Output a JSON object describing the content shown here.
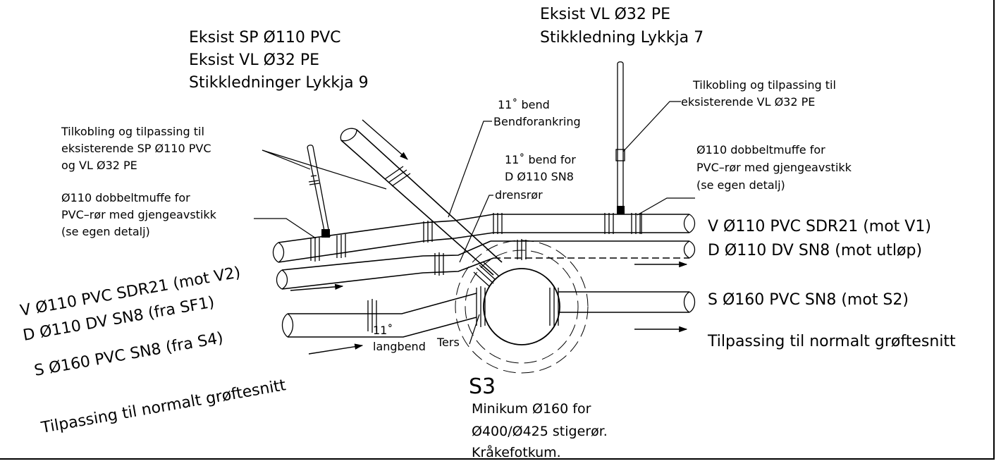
{
  "labels": {
    "sp_stick_l1": "Eksist SP Ø110 PVC",
    "sp_stick_l2": "Eksist VL Ø32 PE",
    "sp_stick_l3": "Stikkledninger Lykkja 9",
    "vl_stick_l1": "Eksist VL Ø32 PE",
    "vl_stick_l2": "Stikkledning Lykkja 7",
    "conn_left_l1": "Tilkobling og tilpassing til",
    "conn_left_l2": "eksisterende SP Ø110 PVC",
    "conn_left_l3": "og VL Ø32 PE",
    "conn_right_l1": "Tilkobling og tilpassing til",
    "conn_right_l2": "eksisterende VL Ø32 PE",
    "muff_left_l1": "Ø110 dobbeltmuffe for",
    "muff_left_l2": "PVC–rør med gjengeavstikk",
    "muff_left_l3": "(se egen detalj)",
    "muff_right_l1": "Ø110 dobbeltmuffe for",
    "muff_right_l2": "PVC–rør med gjengeavstikk",
    "muff_right_l3": "(se egen detalj)",
    "bend11_l1": "11˚ bend",
    "bend11_l2": "Bendforankring",
    "bend11d_l1": "11˚ bend for",
    "bend11d_l2": "D Ø110 SN8",
    "bend11d_l3": "drensrør",
    "right_v": "V Ø110 PVC SDR21 (mot V1)",
    "right_d": "D Ø110 DV SN8 (mot utløp)",
    "right_s": "S Ø160 PVC SN8 (mot S2)",
    "right_fit": "Tilpassing til normalt grøftesnitt",
    "left_v": "V Ø110 PVC SDR21 (mot V2)",
    "left_d": "D Ø110 DV SN8 (fra SF1)",
    "left_s": "S Ø160 PVC SN8 (fra S4)",
    "left_fit": "Tilpassing til normalt grøftesnitt",
    "langbend_l1": "11˚",
    "langbend_l2": "langbend",
    "ters": "Ters",
    "manhole_id": "S3",
    "manhole_l1": "Minikum Ø160 for",
    "manhole_l2": "Ø400/Ø425 stigerør.",
    "manhole_l3": "Kråkefotkum."
  },
  "colors": {
    "ink": "#000000",
    "background": "#ffffff"
  }
}
